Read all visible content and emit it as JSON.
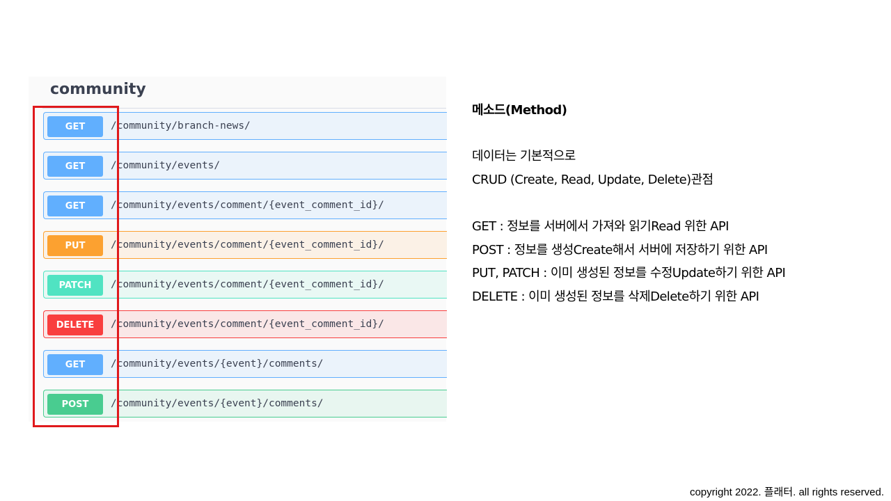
{
  "swagger": {
    "section_title": "community",
    "operations": [
      {
        "method": "GET",
        "path": "/community/branch-news/"
      },
      {
        "method": "GET",
        "path": "/community/events/"
      },
      {
        "method": "GET",
        "path": "/community/events/comment/{event_comment_id}/"
      },
      {
        "method": "PUT",
        "path": "/community/events/comment/{event_comment_id}/"
      },
      {
        "method": "PATCH",
        "path": "/community/events/comment/{event_comment_id}/"
      },
      {
        "method": "DELETE",
        "path": "/community/events/comment/{event_comment_id}/"
      },
      {
        "method": "GET",
        "path": "/community/events/{event}/comments/"
      },
      {
        "method": "POST",
        "path": "/community/events/{event}/comments/"
      }
    ],
    "colors": {
      "get": "#61affe",
      "put": "#fca130",
      "patch": "#50e3c2",
      "delete": "#f93e3e",
      "post": "#49cc90",
      "highlight": "#e0191c"
    }
  },
  "notes": {
    "heading": "메소드(Method)",
    "intro_line1": "데이터는 기본적으로",
    "intro_line2": "CRUD (Create, Read, Update, Delete)관점",
    "get_line": "GET : 정보를 서버에서 가져와 읽기Read 위한 API",
    "post_line": "POST : 정보를 생성Create해서 서버에 저장하기 위한 API",
    "put_patch_line": "PUT, PATCH : 이미 생성된 정보를 수정Update하기 위한 API",
    "delete_line": "DELETE : 이미 생성된 정보를 삭제Delete하기 위한 API"
  },
  "footer": {
    "copyright": "copyright 2022. 플래터. all rights reserved."
  }
}
